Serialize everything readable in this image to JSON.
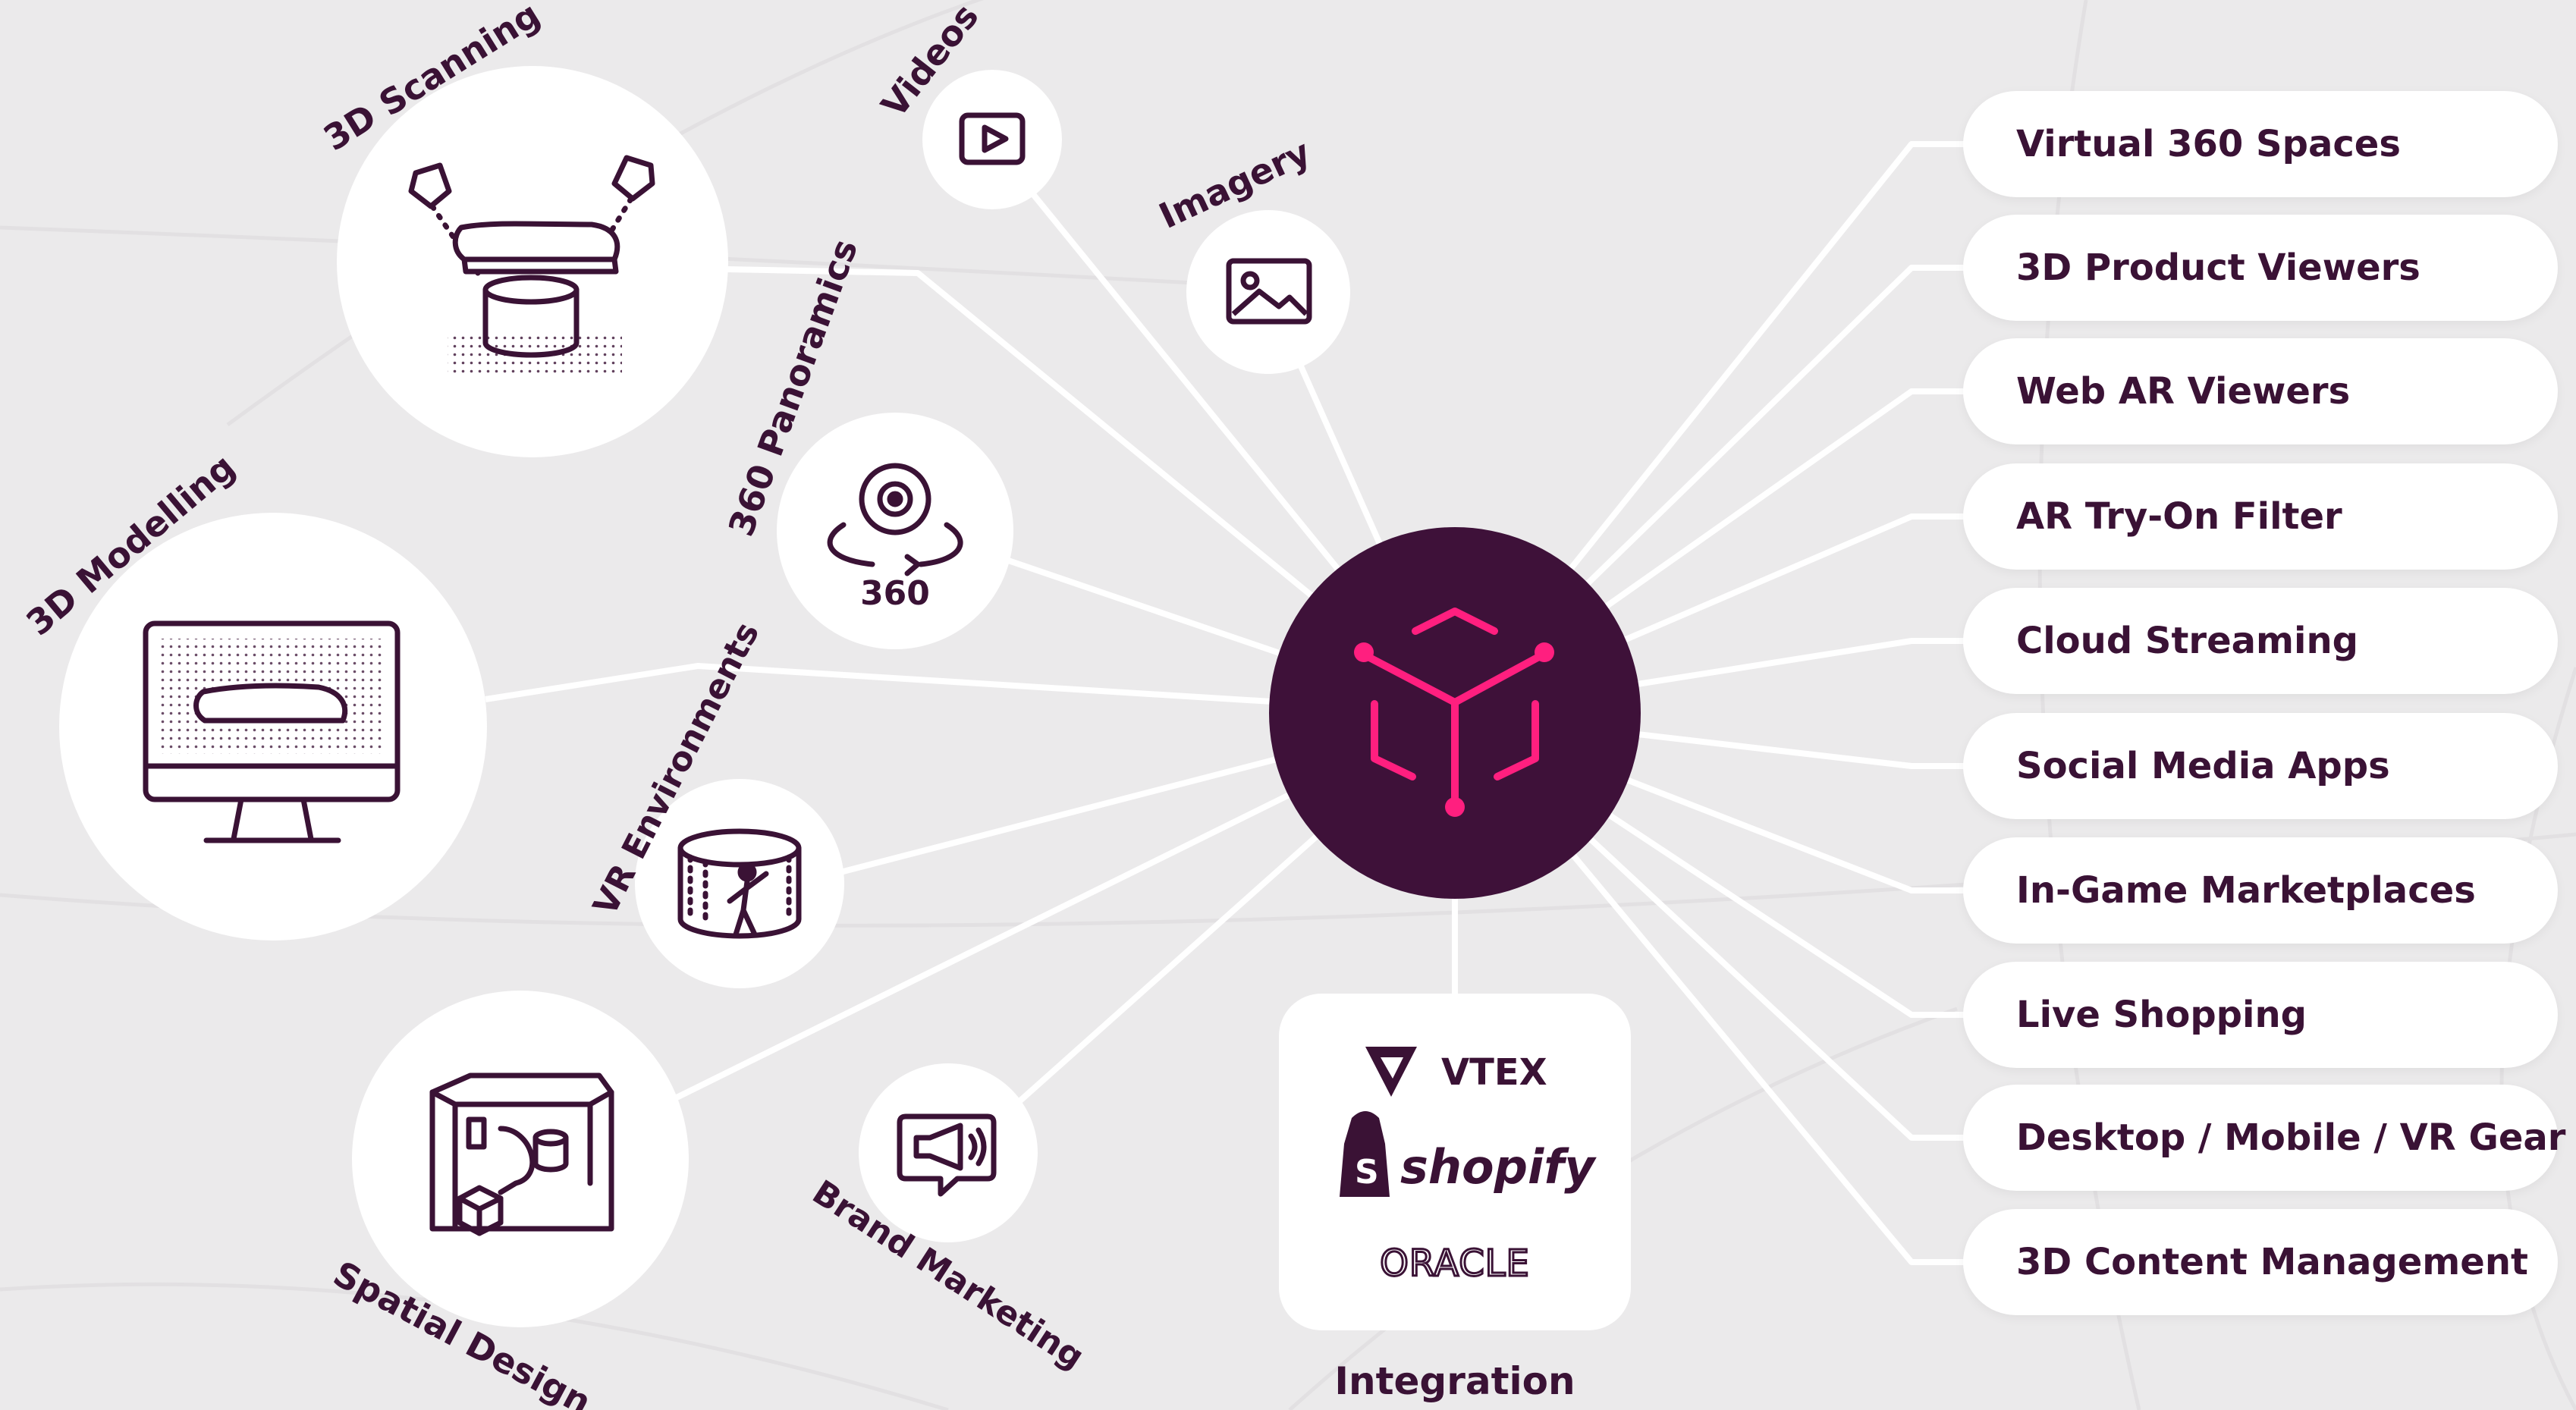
{
  "colors": {
    "background": "#ebeaeb",
    "node": "#ffffff",
    "text": "#3a1235",
    "hub": "#3e1139",
    "hub_icon": "#ff1f7f"
  },
  "hub": {
    "icon": "cube-network-icon"
  },
  "capabilities": [
    {
      "label": "3D Scanning",
      "icon": "shoe-scan-icon"
    },
    {
      "label": "Videos",
      "icon": "video-play-icon"
    },
    {
      "label": "Imagery",
      "icon": "image-icon"
    },
    {
      "label": "360 Panoramics",
      "icon": "camera-360-icon"
    },
    {
      "label": "3D Modelling",
      "icon": "monitor-shoe-icon"
    },
    {
      "label": "VR Environments",
      "icon": "vr-room-icon"
    },
    {
      "label": "Spatial Design",
      "icon": "spatial-floorplan-icon"
    },
    {
      "label": "Brand Marketing",
      "icon": "megaphone-icon"
    }
  ],
  "panorama_badge": "360",
  "integration": {
    "label": "Integration",
    "logos": [
      {
        "name": "VTEX",
        "icon": "vtex-logo"
      },
      {
        "name": "shopify",
        "icon": "shopify-logo"
      },
      {
        "name": "ORACLE",
        "icon": "oracle-logo"
      }
    ]
  },
  "outputs": [
    "Virtual 360 Spaces",
    "3D Product Viewers",
    "Web AR Viewers",
    "AR Try-On Filter",
    "Cloud Streaming",
    "Social Media Apps",
    "In-Game Marketplaces",
    "Live Shopping",
    "Desktop / Mobile / VR Gear",
    "3D Content Management"
  ]
}
